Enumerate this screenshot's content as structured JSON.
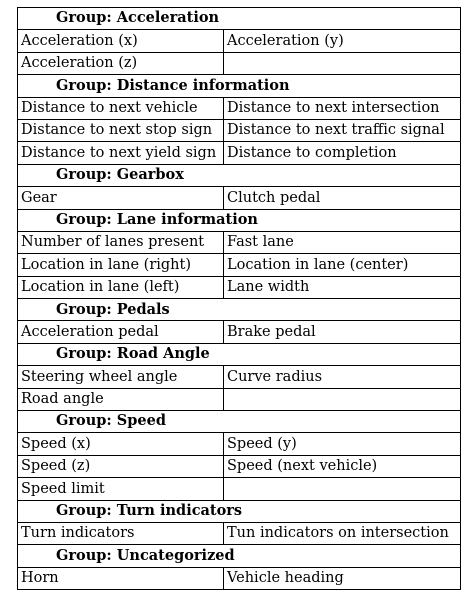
{
  "groups": [
    {
      "title": "Group: Acceleration",
      "rows": [
        [
          "Acceleration (x)",
          "Acceleration (y)"
        ],
        [
          "Acceleration (z)",
          ""
        ]
      ]
    },
    {
      "title": "Group: Distance information",
      "rows": [
        [
          "Distance to next vehicle",
          "Distance to next intersection"
        ],
        [
          "Distance to next stop sign",
          "Distance to next traffic signal"
        ],
        [
          "Distance to next yield sign",
          "Distance to completion"
        ]
      ]
    },
    {
      "title": "Group: Gearbox",
      "rows": [
        [
          "Gear",
          "Clutch pedal"
        ]
      ]
    },
    {
      "title": "Group: Lane information",
      "rows": [
        [
          "Number of lanes present",
          "Fast lane"
        ],
        [
          "Location in lane (right)",
          "Location in lane (center)"
        ],
        [
          "Location in lane (left)",
          "Lane width"
        ]
      ]
    },
    {
      "title": "Group: Pedals",
      "rows": [
        [
          "Acceleration pedal",
          "Brake pedal"
        ]
      ]
    },
    {
      "title": "Group: Road Angle",
      "rows": [
        [
          "Steering wheel angle",
          "Curve radius"
        ],
        [
          "Road angle",
          ""
        ]
      ]
    },
    {
      "title": "Group: Speed",
      "rows": [
        [
          "Speed (x)",
          "Speed (y)"
        ],
        [
          "Speed (z)",
          "Speed (next vehicle)"
        ],
        [
          "Speed limit",
          ""
        ]
      ]
    },
    {
      "title": "Group: Turn indicators",
      "rows": [
        [
          "Turn indicators",
          "Tun indicators on intersection"
        ]
      ]
    },
    {
      "title": "Group: Uncategorized",
      "rows": [
        [
          "Horn",
          "Vehicle heading"
        ]
      ]
    }
  ]
}
